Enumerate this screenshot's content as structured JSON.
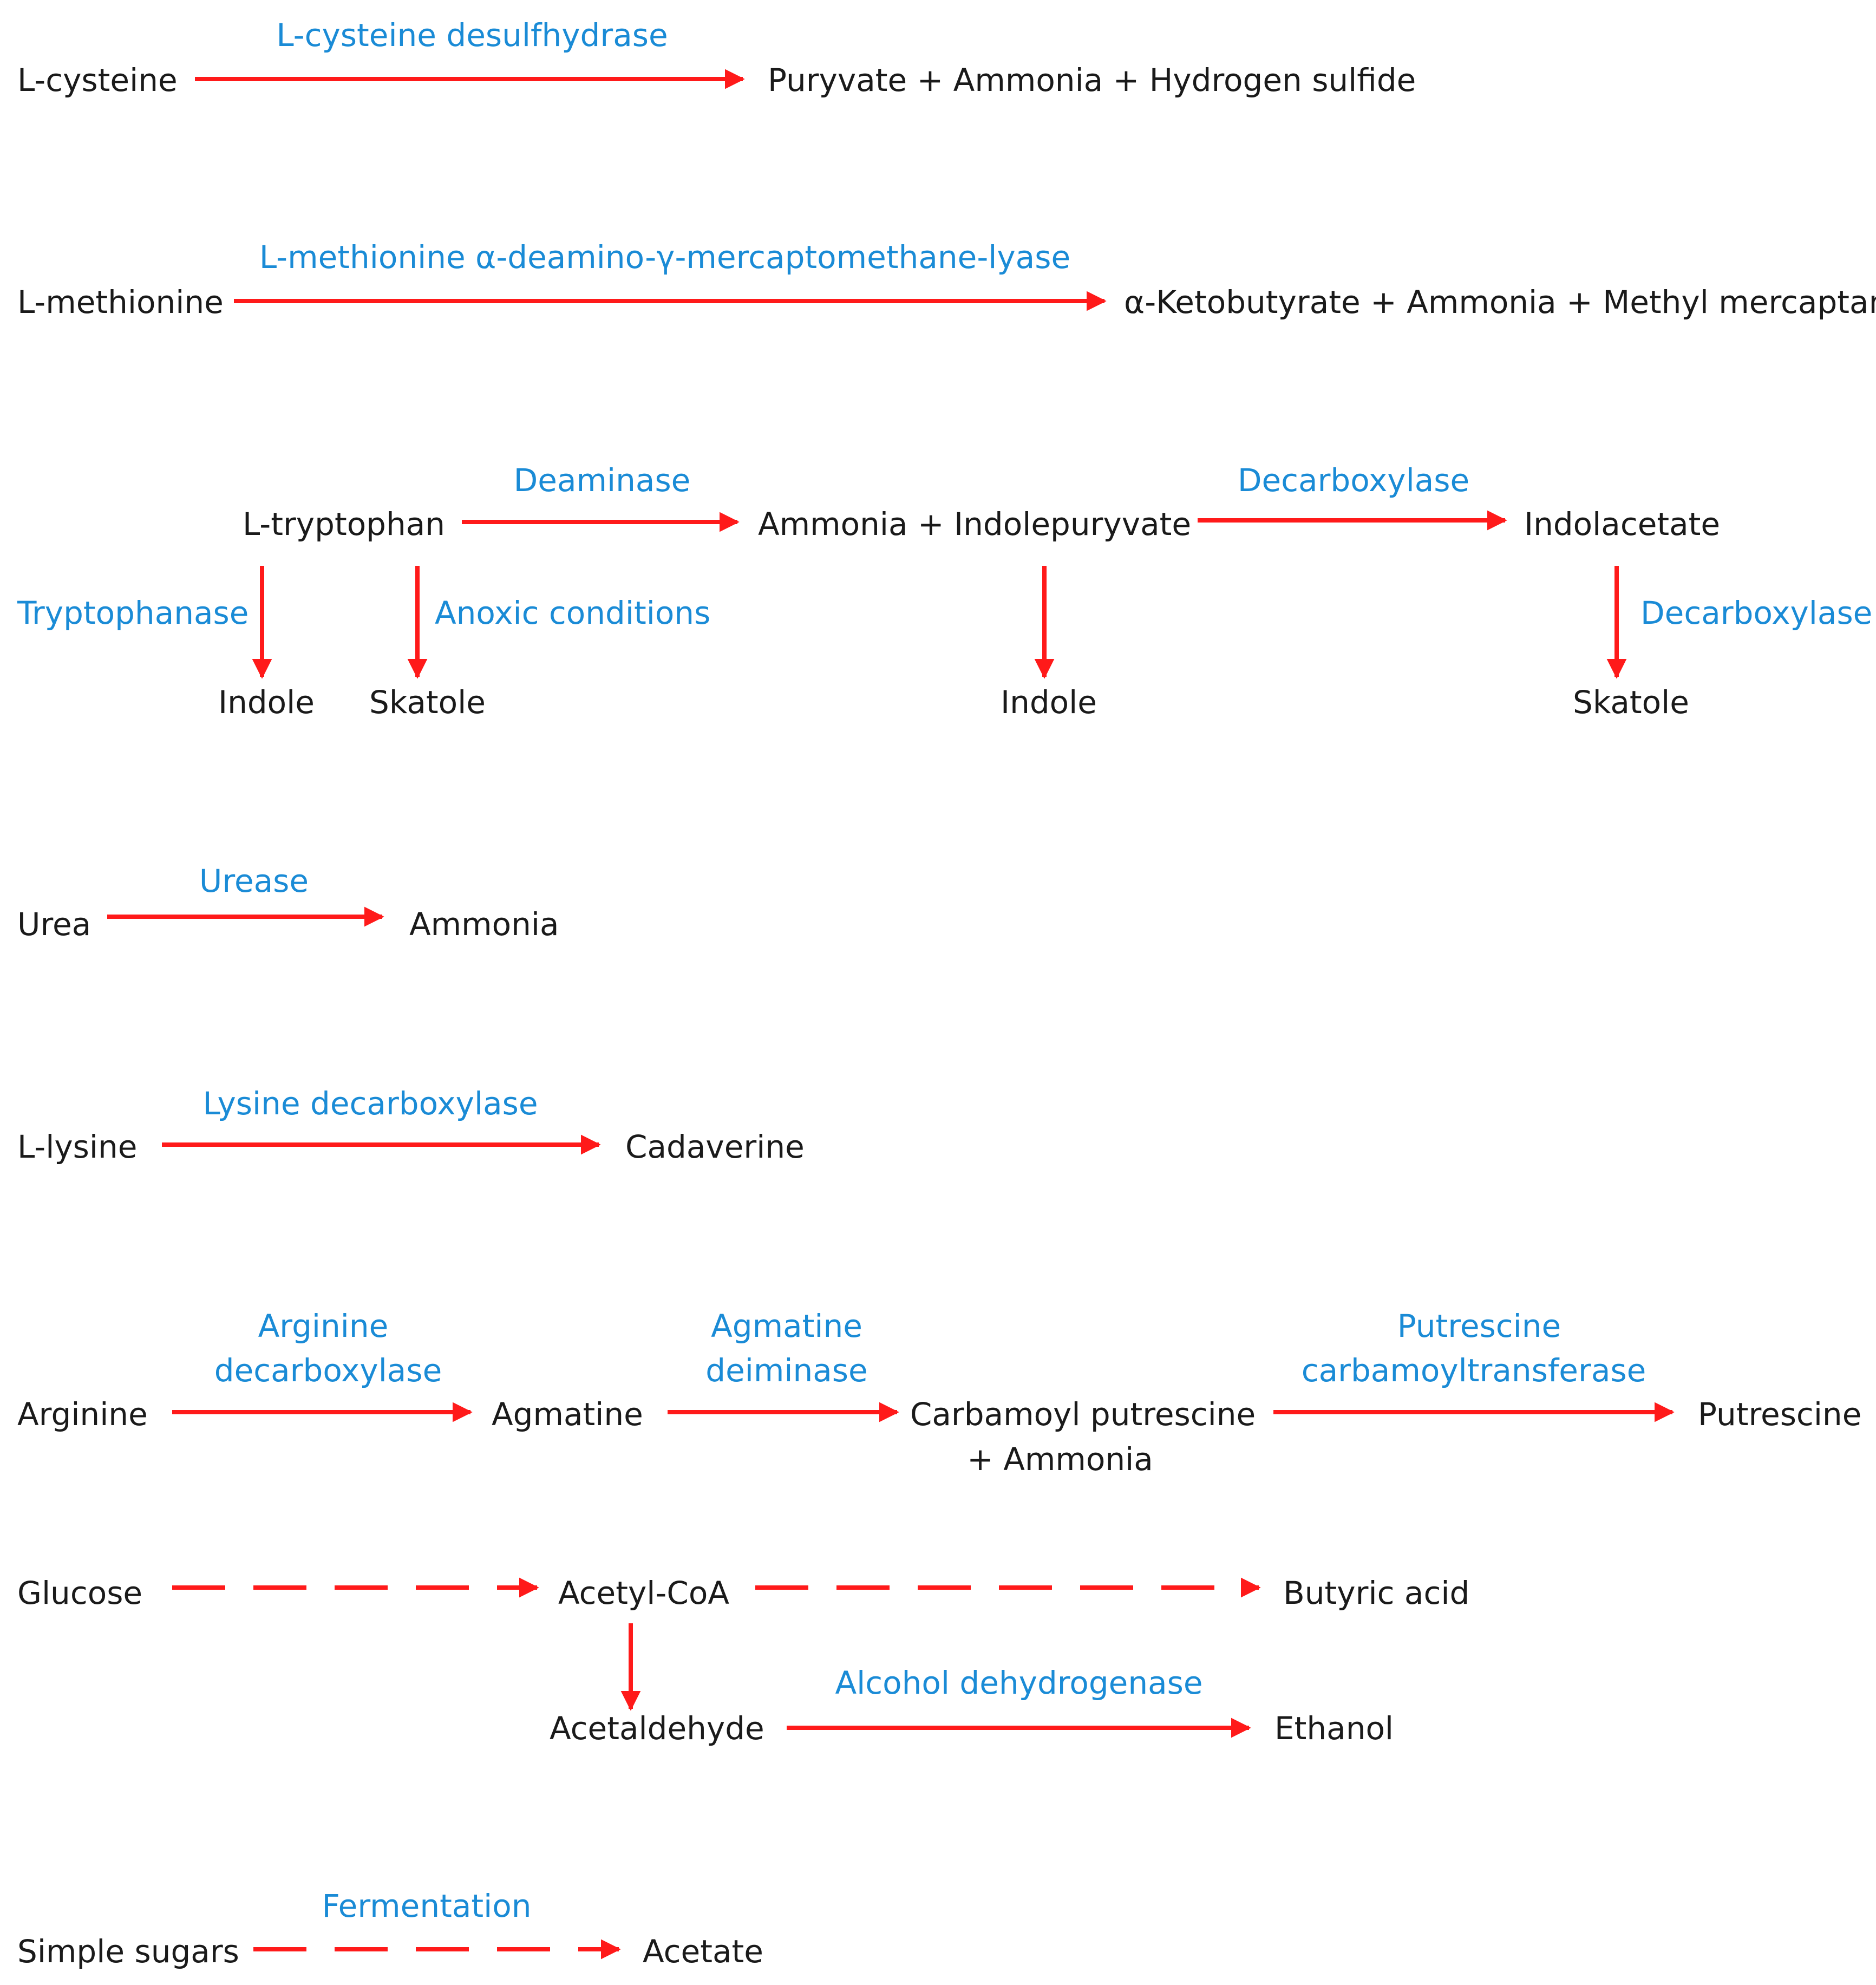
{
  "colors": {
    "text": "#1a1a1a",
    "enzyme": "#1a8bd6",
    "arrow": "#ff1a1a"
  },
  "cysteine": {
    "substrate": "L-cysteine",
    "enzyme": "L-cysteine desulfhydrase",
    "products": "Puryvate + Ammonia + Hydrogen sulfide"
  },
  "methionine": {
    "substrate": "L-methionine",
    "enzyme": "L-methionine α-deamino-γ-mercaptomethane-lyase",
    "products": "α-Ketobutyrate  + Ammonia + Methyl mercaptan"
  },
  "tryptophan": {
    "substrate": "L-tryptophan",
    "deaminase": "Deaminase",
    "ammonia_indolepuryvate": "Ammonia + Indolepuryvate",
    "decarboxylase_right": "Decarboxylase",
    "indolacetate": "Indolacetate",
    "tryptophanase": "Tryptophanase",
    "anoxic": "Anoxic conditions",
    "decarboxylase_down": "Decarboxylase",
    "indole_1": "Indole",
    "skatole_1": "Skatole",
    "indole_2": "Indole",
    "skatole_2": "Skatole"
  },
  "urea": {
    "substrate": "Urea",
    "enzyme": "Urease",
    "product": "Ammonia"
  },
  "lysine": {
    "substrate": "L-lysine",
    "enzyme": "Lysine decarboxylase",
    "product": "Cadaverine"
  },
  "arginine": {
    "substrate": "Arginine",
    "enzyme1_line1": "Arginine",
    "enzyme1_line2": "decarboxylase",
    "agmatine": "Agmatine",
    "enzyme2_line1": "Agmatine",
    "enzyme2_line2": "deiminase",
    "carbamoyl_line1": "Carbamoyl putrescine",
    "carbamoyl_line2": "+ Ammonia",
    "enzyme3_line1": "Putrescine",
    "enzyme3_line2": "carbamoyltransferase",
    "product": "Putrescine"
  },
  "glucose": {
    "substrate": "Glucose",
    "acetyl_coa": "Acetyl-CoA",
    "butyric_acid": "Butyric acid",
    "acetaldehyde": "Acetaldehyde",
    "enzyme": "Alcohol dehydrogenase",
    "ethanol": "Ethanol"
  },
  "sugars": {
    "substrate": "Simple sugars",
    "process": "Fermentation",
    "product": "Acetate"
  }
}
